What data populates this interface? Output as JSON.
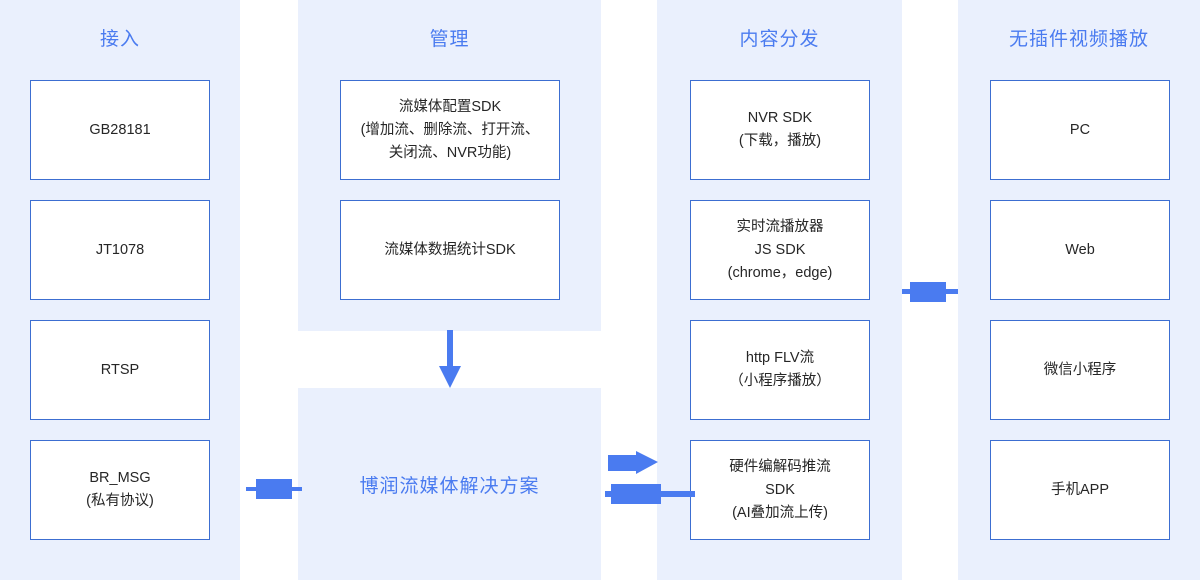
{
  "theme": {
    "band_bg": "#eaf0fd",
    "accent": "#4a7bf0",
    "arrow": "#4a7bf0",
    "box_border": "#3c6ed1",
    "box_bg": "#ffffff",
    "text": "#262626"
  },
  "columns": [
    {
      "id": "access",
      "title": "接入",
      "nodes": [
        {
          "id": "gb28181",
          "lines": [
            "GB28181"
          ]
        },
        {
          "id": "jt1078",
          "lines": [
            "JT1078"
          ]
        },
        {
          "id": "rtsp",
          "lines": [
            "RTSP"
          ]
        },
        {
          "id": "brmsg",
          "lines": [
            "BR_MSG",
            "(私有协议)"
          ]
        }
      ]
    },
    {
      "id": "management",
      "title": "管理",
      "nodes": [
        {
          "id": "cfg-sdk",
          "lines": [
            "流媒体配置SDK",
            "(增加流、删除流、打开流、",
            "关闭流、NVR功能)"
          ]
        },
        {
          "id": "stat-sdk",
          "lines": [
            "流媒体数据统计SDK"
          ]
        }
      ]
    },
    {
      "id": "distribution",
      "title": "内容分发",
      "nodes": [
        {
          "id": "nvr-sdk",
          "lines": [
            "NVR SDK",
            "(下载，播放)"
          ]
        },
        {
          "id": "js-sdk",
          "lines": [
            "实时流播放器",
            "JS SDK",
            "(chrome，edge)"
          ]
        },
        {
          "id": "flv",
          "lines": [
            "http FLV流",
            "（小程序播放）"
          ]
        },
        {
          "id": "hw-sdk",
          "lines": [
            "硬件编解码推流",
            "SDK",
            "(AI叠加流上传)"
          ]
        }
      ]
    },
    {
      "id": "playback",
      "title": "无插件视频播放",
      "nodes": [
        {
          "id": "pc",
          "lines": [
            "PC"
          ]
        },
        {
          "id": "web",
          "lines": [
            "Web"
          ]
        },
        {
          "id": "wechat",
          "lines": [
            "微信小程序"
          ]
        },
        {
          "id": "app",
          "lines": [
            "手机APP"
          ]
        }
      ]
    }
  ],
  "center_panel": {
    "label": "博润流媒体解决方案"
  },
  "connectors": [
    {
      "id": "down",
      "icon": "arrow-down-icon",
      "direction": "down",
      "from": "management",
      "to": "center_panel"
    },
    {
      "id": "access-in",
      "icon": "arrow-right-icon",
      "direction": "right",
      "from": "access",
      "to": "center_panel"
    },
    {
      "id": "out-top",
      "icon": "arrow-right-icon",
      "direction": "right",
      "from": "center_panel",
      "to": "distribution"
    },
    {
      "id": "out-bottom",
      "icon": "arrow-right-icon",
      "direction": "right",
      "from": "center_panel",
      "to": "distribution"
    },
    {
      "id": "dist-play",
      "icon": "arrow-right-icon",
      "direction": "right",
      "from": "distribution",
      "to": "playback"
    }
  ]
}
